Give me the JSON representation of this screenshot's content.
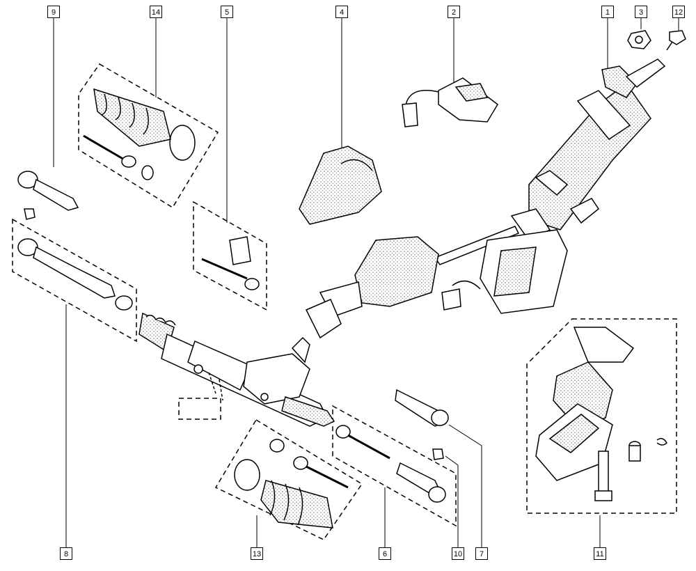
{
  "callouts": {
    "c1": "1",
    "c2": "2",
    "c3": "3",
    "c4": "4",
    "c5": "5",
    "c6": "6",
    "c7": "7",
    "c8": "8",
    "c9": "9",
    "c10": "10",
    "c11": "11",
    "c12": "12",
    "c13": "13",
    "c14": "14"
  },
  "colors": {
    "line": "#000000",
    "stipple": "#9a9a9a",
    "background": "#ffffff"
  }
}
